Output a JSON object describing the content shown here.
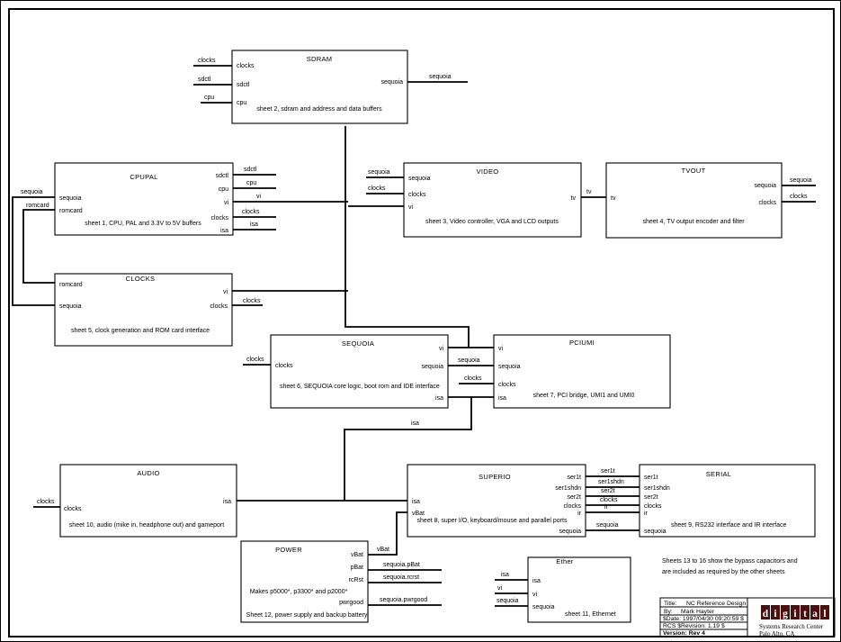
{
  "sheet": {
    "notes_line1": "Sheets 13 to 16 show the bypass capacitors and",
    "notes_line2": "are included as required by the other sheets"
  },
  "nets": {
    "clocks": "clocks",
    "sdctl": "sdctl",
    "cpu": "cpu",
    "sequoia": "sequoia",
    "romcard": "romcard",
    "vi": "vi",
    "isa": "isa",
    "tv": "tv",
    "vBat": "vBat",
    "pBat": "pBat",
    "rcRst": "rcRst",
    "pwrgood": "pwrgood",
    "ser1t": "ser1t",
    "ser1shdn": "ser1shdn",
    "ser2t": "ser2t",
    "ir": "ir",
    "sequoia_pBat": "sequoia.pBat",
    "sequoia_rcrst": "sequoia.rcrst",
    "sequoia_pwrgood": "sequoia.pwrgood"
  },
  "blocks": {
    "sdram": {
      "title": "SDRAM",
      "caption": "sheet 2, sdram and address and data buffers"
    },
    "cpupal": {
      "title": "CPUPAL",
      "caption": "sheet 1, CPU, PAL and 3.3V to 5V buffers"
    },
    "video": {
      "title": "VIDEO",
      "caption": "sheet 3, Video controller, VGA and LCD outputs"
    },
    "tvout": {
      "title": "TVOUT",
      "caption": "sheet 4, TV output encoder and filter"
    },
    "clocks": {
      "title": "CLOCKS",
      "caption": "sheet 5, clock generation and ROM card interface"
    },
    "sequoia": {
      "title": "SEQUOIA",
      "caption": "sheet 6, SEQUOIA core logic, boot rom and IDE interface"
    },
    "pciumi": {
      "title": "PCIUMI",
      "caption": "sheet 7, PCI bridge, UMI1 and UMI0"
    },
    "audio": {
      "title": "AUDIO",
      "caption": "sheet 10, audio (mike in, headphone out) and gameport"
    },
    "superio": {
      "title": "SUPERIO",
      "caption": "sheet 8, super I/O, keyboard/mouse and parallel ports"
    },
    "serial": {
      "title": "SERIAL",
      "caption": "sheet 9, RS232 interface and IR interface"
    },
    "power": {
      "title": "POWER",
      "line1": "Makes p5000*, p3300* and p2000*",
      "caption": "Sheet 12, power supply and backup battery"
    },
    "ether": {
      "title": "Ether",
      "caption": "sheet 11, Ethernet"
    }
  },
  "title_block": {
    "title_label": "Title:",
    "title_value": "NC Reference Design",
    "by_label": "By:",
    "by_value": "Mark Hayter",
    "date": "$Date: 1997/04/30 09:20:59 $",
    "revision": "RCS $Revision: 1.19 $",
    "version": "Version: Rev 4",
    "logo_letters": [
      "d",
      "i",
      "g",
      "i",
      "t",
      "a",
      "l"
    ],
    "org_name": "Systems Research Center",
    "org_location": "Palo Alto, CA",
    "logo_color": "#4a1010",
    "org_text_color": "#6b3a2e"
  }
}
